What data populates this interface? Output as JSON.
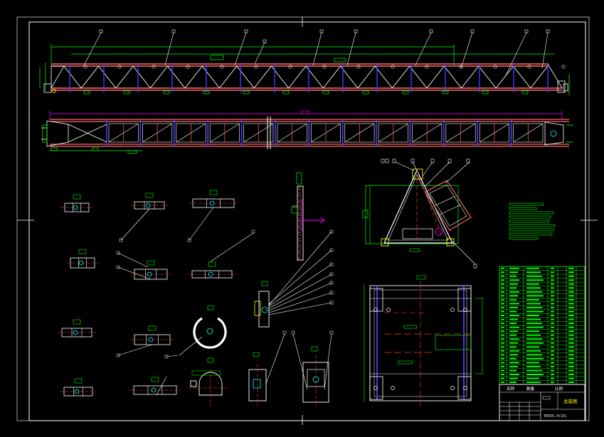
{
  "drawing": {
    "title_block": {
      "label_left": "名称",
      "label_mid": "数量",
      "label_right": "比例",
      "sheet_name": "总装图",
      "drawing_no": "TD555.4(15)"
    },
    "colors": {
      "background": "#000000",
      "frame": "#ffffff",
      "truss_member": "#ff6a6a",
      "truss_web": "#ffffff",
      "dimension": "#00ff00",
      "centerline": "#ff3030",
      "hidden": "#4040ff",
      "magenta": "#ff00ff",
      "cyan": "#00ffff",
      "yellow": "#ffff00"
    }
  }
}
